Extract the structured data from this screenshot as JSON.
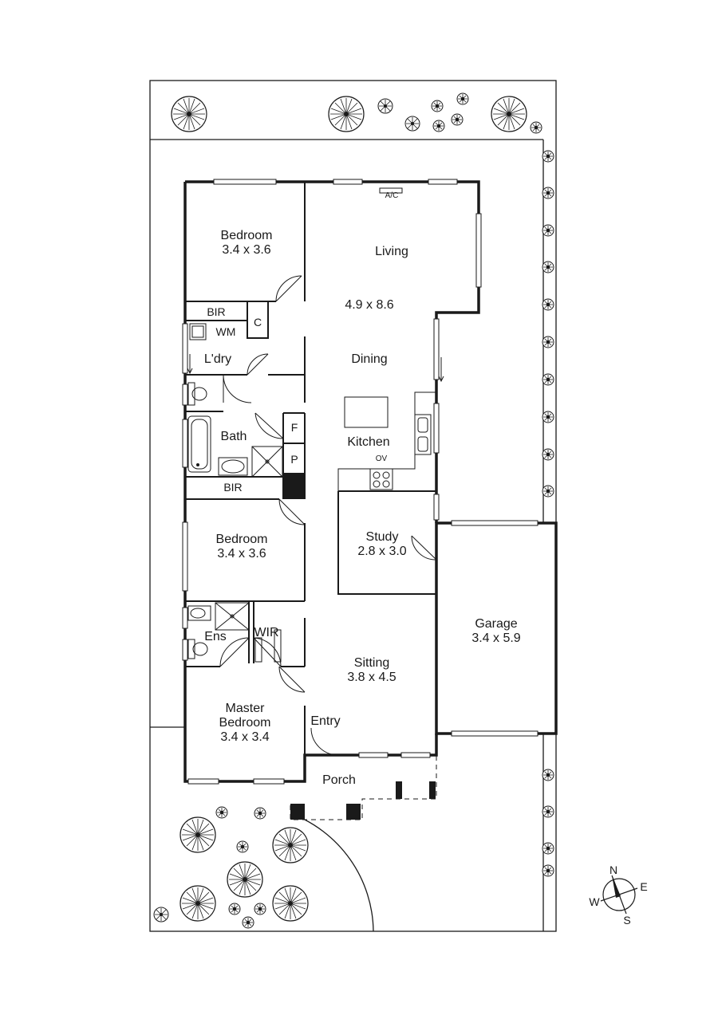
{
  "rooms": {
    "bedroom_top": {
      "name": "Bedroom",
      "dims": "3.4 x 3.6"
    },
    "living": {
      "name": "Living",
      "dims": "4.9 x 8.6"
    },
    "dining": {
      "name": "Dining"
    },
    "kitchen": {
      "name": "Kitchen"
    },
    "bir_top": {
      "name": "BIR"
    },
    "wm": {
      "name": "WM"
    },
    "cupboard": {
      "name": "C"
    },
    "laundry": {
      "name": "L'dry"
    },
    "bath": {
      "name": "Bath"
    },
    "fridge": {
      "name": "F"
    },
    "pantry": {
      "name": "P"
    },
    "bir_mid": {
      "name": "BIR"
    },
    "bedroom_mid": {
      "name": "Bedroom",
      "dims": "3.4 x 3.6"
    },
    "study": {
      "name": "Study",
      "dims": "2.8 x 3.0"
    },
    "ensuite": {
      "name": "Ens"
    },
    "wir": {
      "name": "WIR"
    },
    "sitting": {
      "name": "Sitting",
      "dims": "3.8 x 4.5"
    },
    "master": {
      "name": "Master",
      "name2": "Bedroom",
      "dims": "3.4 x 3.4"
    },
    "entry": {
      "name": "Entry"
    },
    "porch": {
      "name": "Porch"
    },
    "garage": {
      "name": "Garage",
      "dims": "3.4 x 5.9"
    }
  },
  "fixtures": {
    "ac": "A/C",
    "oven": "OV"
  },
  "compass": {
    "n": "N",
    "e": "E",
    "s": "S",
    "w": "W"
  },
  "colors": {
    "line": "#1a1a1a",
    "background": "#ffffff"
  }
}
